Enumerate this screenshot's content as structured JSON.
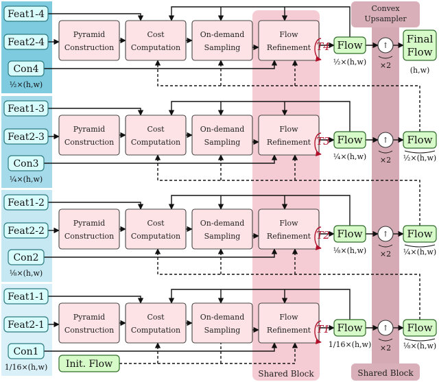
{
  "colors": {
    "panel_dark": "#7ecbe0",
    "panel_mid": "#a5daea",
    "panel_light": "#c5e8f3",
    "panel_lighter": "#daf0f8",
    "input_fill": "#d8fbfb",
    "input_stroke": "#2b7a80",
    "module_fill": "#fde3e6",
    "module_stroke": "#444444",
    "flow_fill": "#d7fbc8",
    "flow_stroke": "#2f6b2a",
    "shared_block": "#f4c3cc",
    "upsampler": "#d6aab5",
    "upsampler_label_bg": "#d9b0ba",
    "t_red": "#b0102a"
  },
  "modules": {
    "pyramid_line1": "Pyramid",
    "pyramid_line2": "Construction",
    "cost_line1": "Cost",
    "cost_line2": "Computation",
    "sampling_line1": "On-demand",
    "sampling_line2": "Sampling",
    "refine_line1": "Flow",
    "refine_line2": "Refinement"
  },
  "flow_label": "Flow",
  "times_two": "×2",
  "upsample_symbol": "↑",
  "init_flow": "Init. Flow",
  "shared_block_label": "Shared Block",
  "upsampler_label_line1": "Convex",
  "upsampler_label_line2": "Upsampler",
  "final_flow_line1": "Final",
  "final_flow_line2": "Flow",
  "final_scale": "(h,w)",
  "levels": [
    {
      "feat1": "Feat1-4",
      "feat2": "Feat2-4",
      "con": "Con4",
      "con_scale": "½×(h,w)",
      "t_label": "T4",
      "flow_scale": "½×(h,w)",
      "out_scale": ""
    },
    {
      "feat1": "Feat1-3",
      "feat2": "Feat2-3",
      "con": "Con3",
      "con_scale": "¼×(h,w)",
      "t_label": "T3",
      "flow_scale": "¼×(h,w)",
      "out_scale": "½×(h,w)"
    },
    {
      "feat1": "Feat1-2",
      "feat2": "Feat2-2",
      "con": "Con2",
      "con_scale": "⅛×(h,w)",
      "t_label": "T2",
      "flow_scale": "⅛×(h,w)",
      "out_scale": "¼×(h,w)"
    },
    {
      "feat1": "Feat1-1",
      "feat2": "Feat2-1",
      "con": "Con1",
      "con_scale": "1/16×(h,w)",
      "t_label": "T1",
      "flow_scale": "1/16×(h,w)",
      "out_scale": "⅛×(h,w)"
    }
  ]
}
